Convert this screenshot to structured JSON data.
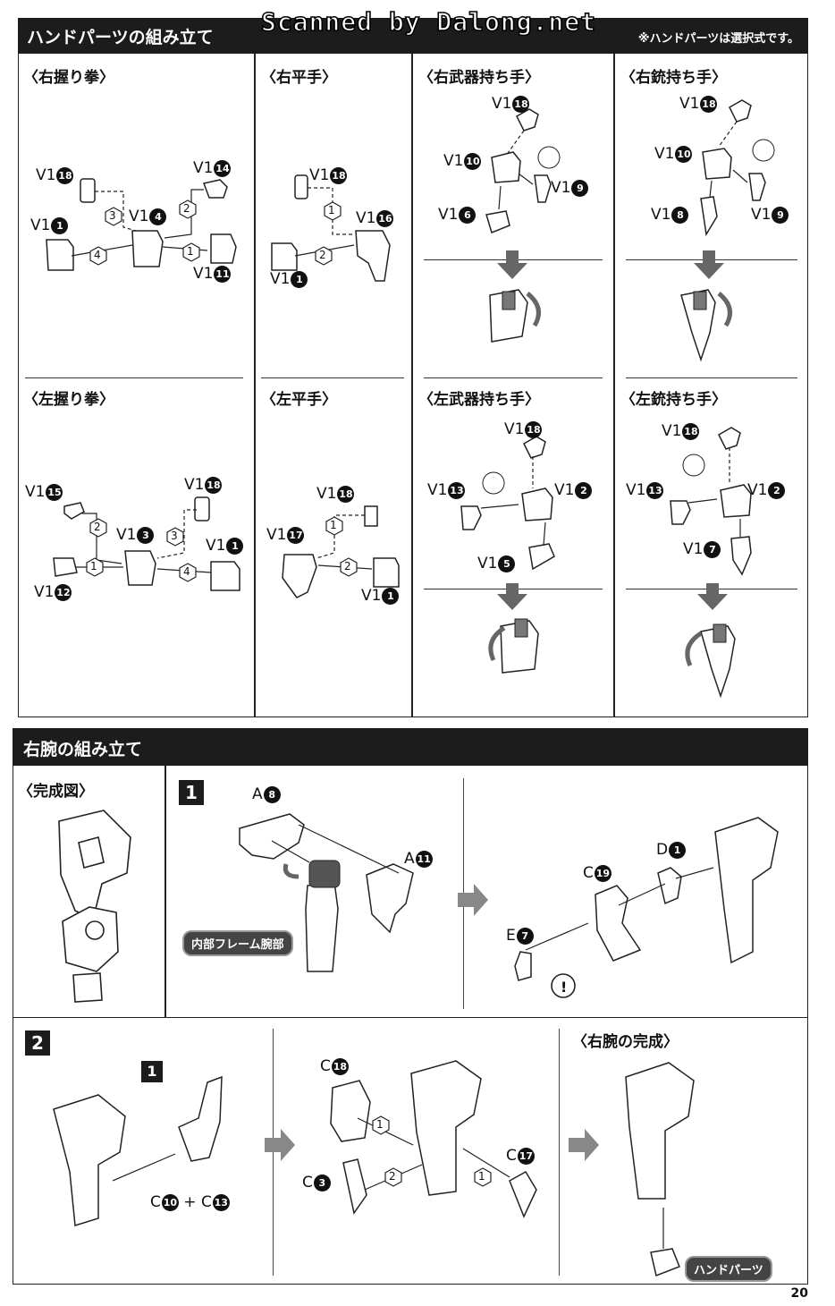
{
  "header": {
    "title": "ハンドパーツの組み立て",
    "watermark": "Scanned by Dalong.net",
    "note": "※ハンドパーツは選択式です。"
  },
  "hand_sections": [
    {
      "title": "〈右握り拳〉",
      "labels": [
        {
          "prefix": "V1",
          "num": "18"
        },
        {
          "prefix": "V1",
          "num": "14"
        },
        {
          "prefix": "V1",
          "num": "1"
        },
        {
          "prefix": "V1",
          "num": "4"
        },
        {
          "prefix": "V1",
          "num": "11"
        }
      ],
      "steps": [
        "3",
        "2",
        "4",
        "1"
      ]
    },
    {
      "title": "〈右平手〉",
      "labels": [
        {
          "prefix": "V1",
          "num": "18"
        },
        {
          "prefix": "V1",
          "num": "16"
        },
        {
          "prefix": "V1",
          "num": "1"
        }
      ],
      "steps": [
        "1",
        "2"
      ]
    },
    {
      "title": "〈右武器持ち手〉",
      "labels": [
        {
          "prefix": "V1",
          "num": "18"
        },
        {
          "prefix": "V1",
          "num": "10"
        },
        {
          "prefix": "V1",
          "num": "9"
        },
        {
          "prefix": "V1",
          "num": "6"
        }
      ]
    },
    {
      "title": "〈右銃持ち手〉",
      "labels": [
        {
          "prefix": "V1",
          "num": "18"
        },
        {
          "prefix": "V1",
          "num": "10"
        },
        {
          "prefix": "V1",
          "num": "8"
        },
        {
          "prefix": "V1",
          "num": "9"
        }
      ]
    },
    {
      "title": "〈左握り拳〉",
      "labels": [
        {
          "prefix": "V1",
          "num": "15"
        },
        {
          "prefix": "V1",
          "num": "18"
        },
        {
          "prefix": "V1",
          "num": "3"
        },
        {
          "prefix": "V1",
          "num": "1"
        },
        {
          "prefix": "V1",
          "num": "12"
        }
      ],
      "steps": [
        "2",
        "3",
        "1",
        "4"
      ]
    },
    {
      "title": "〈左平手〉",
      "labels": [
        {
          "prefix": "V1",
          "num": "18"
        },
        {
          "prefix": "V1",
          "num": "17"
        },
        {
          "prefix": "V1",
          "num": "1"
        }
      ],
      "steps": [
        "1",
        "2"
      ]
    },
    {
      "title": "〈左武器持ち手〉",
      "labels": [
        {
          "prefix": "V1",
          "num": "18"
        },
        {
          "prefix": "V1",
          "num": "13"
        },
        {
          "prefix": "V1",
          "num": "2"
        },
        {
          "prefix": "V1",
          "num": "5"
        }
      ]
    },
    {
      "title": "〈左銃持ち手〉",
      "labels": [
        {
          "prefix": "V1",
          "num": "18"
        },
        {
          "prefix": "V1",
          "num": "13"
        },
        {
          "prefix": "V1",
          "num": "2"
        },
        {
          "prefix": "V1",
          "num": "7"
        }
      ]
    }
  ],
  "arm": {
    "title": "右腕の組み立て",
    "complete_label": "〈完成図〉",
    "step1": {
      "num": "1",
      "frame_label": "内部フレーム腕部",
      "parts": [
        {
          "prefix": "A",
          "num": "8"
        },
        {
          "prefix": "A",
          "num": "11"
        },
        {
          "prefix": "D",
          "num": "1"
        },
        {
          "prefix": "C",
          "num": "19"
        },
        {
          "prefix": "E",
          "num": "7"
        }
      ],
      "caution": "!"
    },
    "step2": {
      "num": "2",
      "ref_step": "1",
      "combo": {
        "a": {
          "prefix": "C",
          "num": "10"
        },
        "op": "+",
        "b": {
          "prefix": "C",
          "num": "13"
        }
      },
      "parts": [
        {
          "prefix": "C",
          "num": "18"
        },
        {
          "prefix": "C",
          "num": "3"
        },
        {
          "prefix": "C",
          "num": "17"
        }
      ],
      "steps": [
        "1",
        "2",
        "1"
      ],
      "done_label": "〈右腕の完成〉",
      "hand_label": "ハンドパーツ"
    }
  },
  "page_number": "20"
}
